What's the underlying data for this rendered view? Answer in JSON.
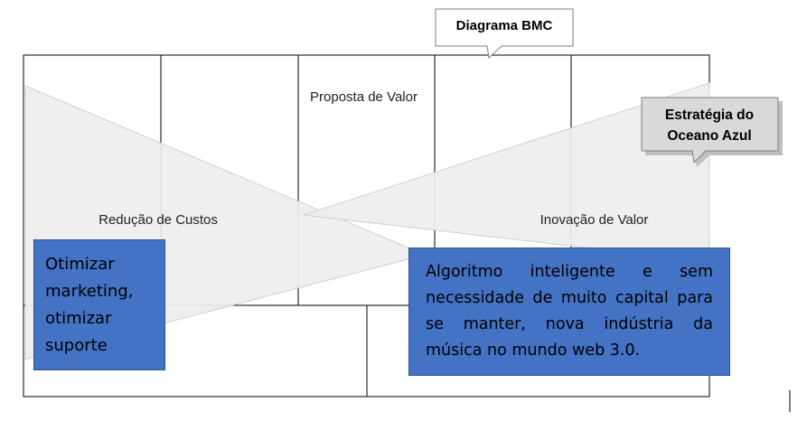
{
  "diagram": {
    "canvas_labels": {
      "proposta_de_valor": "Proposta de Valor",
      "reducao_de_custos": "Redução de Custos",
      "inovacao_de_valor": "Inovação de Valor"
    },
    "callouts": {
      "diagrama_bmc": "Diagrama BMC",
      "estrategia_oceano_azul": "Estratégia do Oceano Azul"
    },
    "boxes": {
      "left_text": "Otimizar marketing, otimizar suporte",
      "right_text": "Algoritmo inteligente e sem necessidade de muito capital para se manter, nova indústria da música no mundo web 3.0."
    },
    "colors": {
      "box_fill": "#4472c4",
      "box_border": "#2f528f",
      "arrow_fill": "#eeeeee",
      "arrow_stroke": "#cfcfcf",
      "grid_line": "#000000",
      "callout_shadow": "#bfbfbf"
    }
  }
}
